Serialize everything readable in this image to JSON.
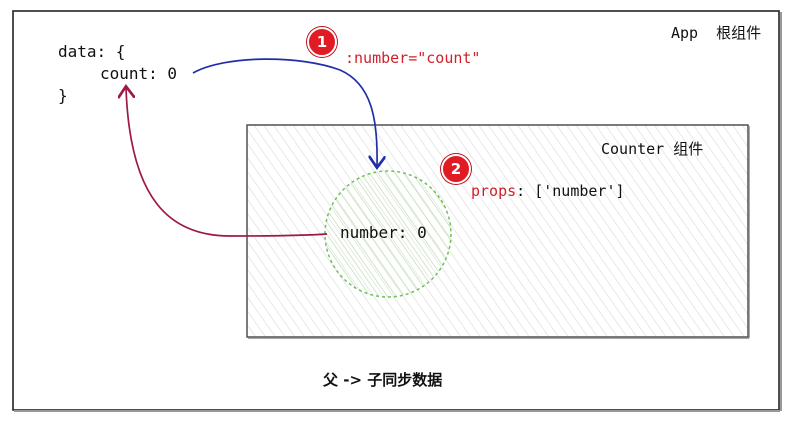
{
  "app_box": {
    "label": "App  根组件"
  },
  "code": {
    "line1": "data: {",
    "line2": "count: 0",
    "line3": "}"
  },
  "step1": {
    "number": "1",
    "binding": ":number=\"count\""
  },
  "counter_box": {
    "label": "Counter 组件"
  },
  "step2": {
    "number": "2",
    "props_key": "props",
    "props_rest": ": ['number']"
  },
  "circle": {
    "label": "number: 0"
  },
  "caption": "父 -> 子同步数据",
  "colors": {
    "binding_arrow": "#1f2fa8",
    "sync_arrow": "#9c1a42",
    "badge": "#e01b24",
    "circle_stroke": "#6fbf5a",
    "circle_fill": "#e3f3dd"
  }
}
